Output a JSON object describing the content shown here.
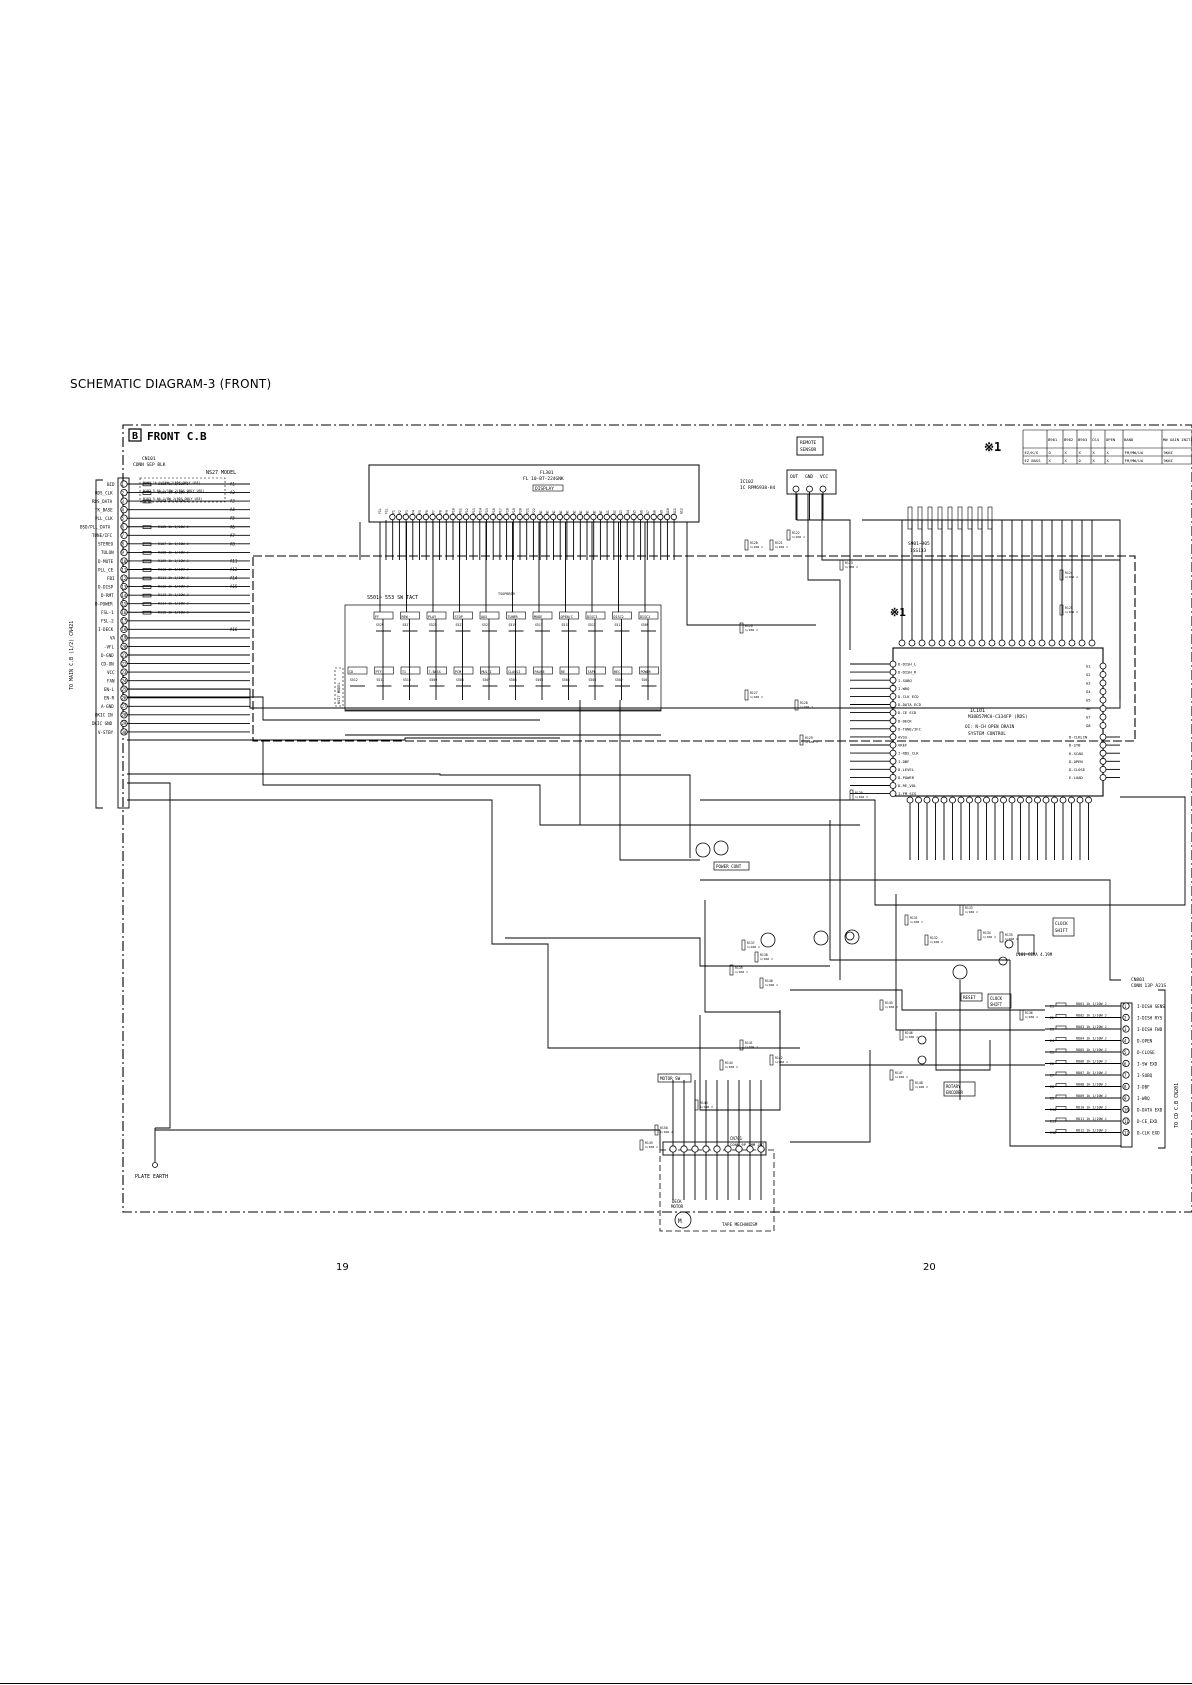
{
  "page": {
    "title": "SCHEMATIC DIAGRAM-3 (FRONT)",
    "page_left": "19",
    "page_right": "20"
  },
  "board": {
    "marker": "B",
    "name": "FRONT C.B",
    "note_mark": "※1"
  },
  "left_connector": {
    "ref": "CN101",
    "desc": "CONN SEP BLK",
    "side_label": "TO MAIN C.B (1/2) CN421",
    "model_note": "NS27 MODEL",
    "pins": [
      "BID",
      "RDS_CLK",
      "RDS_DATA",
      "TK_BASE",
      "PLL_CLK",
      "BSD/PLL_DATA",
      "TUNE/IFC",
      "STEREO",
      "TULON",
      "D-MUTE",
      "PLL_CE",
      "FBI",
      "D-DISP",
      "D-RMT",
      "D-POWER",
      "FSL-1",
      "FSL-2",
      "I-DECK",
      "VA",
      "-VFL",
      "D-GND",
      "CD-ON",
      "VCC",
      "FAN",
      "EN-L",
      "EN-R",
      "A-GND",
      "DKIC IN",
      "DKIC GND",
      "V-STBY"
    ]
  },
  "display": {
    "ref": "FL301",
    "part": "FL 10-BT-224GNK",
    "label": "DISPLAY"
  },
  "remote": {
    "ic": "IC102",
    "part": "IC RPM6938-H4",
    "label_lines": [
      "REMOTE",
      "SENSOR"
    ],
    "pins": [
      "OUT",
      "GND",
      "VCC"
    ]
  },
  "band_table": {
    "headers": [
      "",
      "B901 ",
      "B902",
      "B903",
      "CS4 ",
      "OPEN ",
      "BAND",
      "MW GAIN INITIAL STEP"
    ],
    "rows": [
      [
        "EZ/K/G",
        "O",
        "X",
        "X",
        "X",
        "X",
        "FM/MW/LW",
        "9KHZ"
      ],
      [
        "EZ BASS",
        "X",
        "X",
        "O",
        "X",
        "X",
        "FM/MW/LW",
        "9KHZ"
      ]
    ]
  },
  "switch_block": {
    "title": "S501~ 553 SW TACT",
    "sub": "NS27 MODEL",
    "row1": [
      "FF",
      "REW",
      "PLAY",
      "STOP",
      "AUX",
      "TUNER",
      "MODE",
      "OPEN/CLOSE",
      "DISC3",
      "DISC2",
      "DISC1"
    ],
    "row2": [
      "CD",
      "PTY",
      "TI",
      "T-BASS",
      "PCM",
      "MULTI",
      "CLASSIC",
      "PAUSE",
      "RE",
      "TAPE",
      "REC",
      "POWER"
    ]
  },
  "controller": {
    "ref": "IC101",
    "part": "M38B57MCH-C334FP (RDS)",
    "function": "SYSTEM CONTROL",
    "note": "OI: N-CH OPEN DRAIN",
    "left_pins": [
      "D-DISH_L",
      "D-DISH_R",
      "I-SUBQ",
      "I-WRQ",
      "D-CLK ECD",
      "D-DATA ECD",
      "D-CE ECD",
      "D-DECK",
      "D-TONE/IFC",
      "AVSS",
      "VREF",
      "I-RDS_CLK",
      "I-DBF",
      "D-LEVEL",
      "D-POWER",
      "D-RE_VOL",
      "I-FM_SIG"
    ],
    "right_pins": [
      "D-CLKLIN",
      "D-STB",
      "K-SCAN",
      "D-OPEN",
      "D-CLOSE",
      "E-LOAD"
    ]
  },
  "right_connector": {
    "ref": "CN801",
    "desc": "CONN 13P A21S",
    "side_label": "TO CD C.B CN201",
    "pins": [
      "I-DISH SENS",
      "I-DISH RYS",
      "I-DISH FWD",
      "D-OPEN",
      "D-CLOSE",
      "I-SW EXD",
      "I-SUBQ",
      "I-DBF",
      "I-WRQ",
      "D-DATA EXD",
      "D-CE_EXD",
      "D-CLK EXD"
    ]
  },
  "blocks": {
    "power_cont": "POWER CONT",
    "motor_sw": "MOTOR SW",
    "reset": "RESET",
    "clock_shift": "CLOCK SHIFT",
    "clock_shift2": "CLOCK SHIFT",
    "rotary_encoder": "ROTARY ENCODER",
    "plate_earth": "PLATE EARTH",
    "tape_mechanism": "TAPE MECHANISM",
    "deck_motor": "DECK MOTOR",
    "cn701": "CN701 CONN 9P 2MM JMT",
    "crystal": "L101 CERA 4.19M",
    "switches_ref": "S901~905",
    "switches_part": "1SS133"
  }
}
